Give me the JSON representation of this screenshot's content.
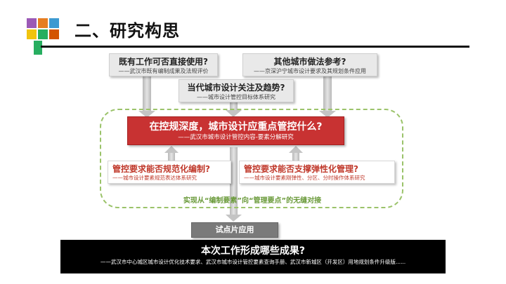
{
  "header": {
    "title": "二、研究构思",
    "logo_colors": [
      "#9b59b6",
      "#e67e22",
      "#3d9ad1",
      "#f1c40f",
      "#27ae60",
      "#d35400",
      "#2c3e50"
    ]
  },
  "boxes": {
    "existing": {
      "question": "既有工作可否直接使用?",
      "sub": "——武汉市既有编制成果及法规评价"
    },
    "other_cities": {
      "question": "其他城市做法参考?",
      "sub": "——京深沪宁城市设计要求及其规划条件应用"
    },
    "trends": {
      "question": "当代城市设计关注及趋势?",
      "sub": "——城市设计管控目标体系研究"
    },
    "core": {
      "question": "在控规深度，城市设计应重点管控什么?",
      "sub": "——武汉市城市设计管控内容-要素分解研究"
    },
    "standardize": {
      "question": "管控要求能否规范化编制?",
      "sub": "——城市设计要素规范表达体系研究"
    },
    "flexible": {
      "question": "管控要求能否支撑弹性化管理?",
      "sub": "——城市设计要素刚弹性、分区、分时操作体系研究"
    },
    "caption": "实现从“编制要素”向“管理要点”的无缝对接",
    "pilot": "试点片应用",
    "result": {
      "question": "本次工作形成哪些成果?",
      "sub": "——武汉市中心城区城市设计优化技术要求、武汉市城市设计管控要素查询手册、武汉市新城区（开发区）用地规划条件升级版......"
    }
  },
  "colors": {
    "core_red": "#c83232",
    "accent_red": "#c0392b",
    "dashed_green": "#9bc36a",
    "caption_green": "#6a9a3a",
    "grey_box": "#e9e9e9",
    "arrow_grey": "#c8c8c8"
  }
}
